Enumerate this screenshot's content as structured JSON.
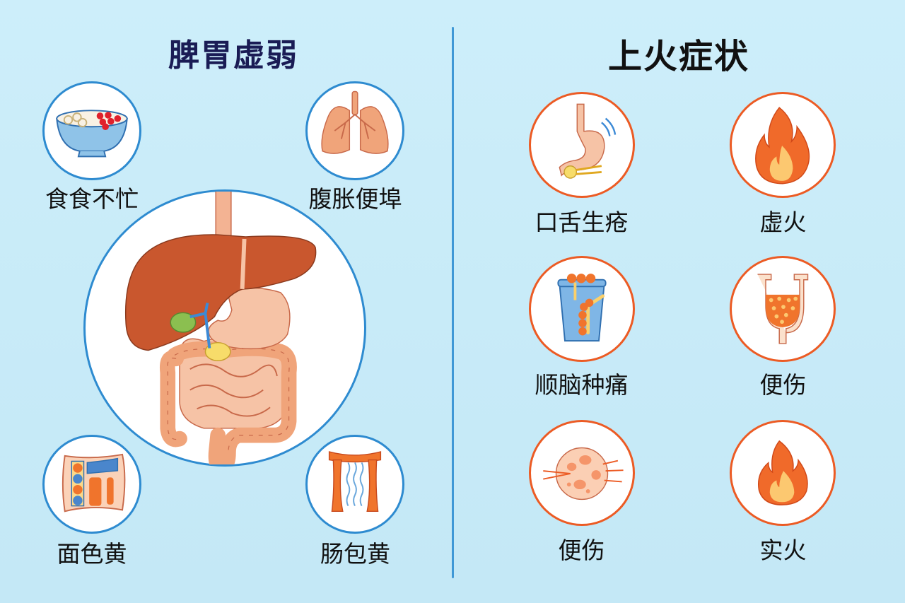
{
  "left_panel": {
    "title": "脾胃虚弱",
    "title_color": "#1a1c55",
    "border_color": "#2e8bd0",
    "items": [
      {
        "label": "食食不忙",
        "icon": "bowl-of-porridge-icon"
      },
      {
        "label": "腹胀便埠",
        "icon": "lungs-icon"
      },
      {
        "label": "面色黄",
        "icon": "colon-panel-icon"
      },
      {
        "label": "肠包黄",
        "icon": "intestine-wall-icon"
      }
    ],
    "center_illustration": "digestive-system-icon"
  },
  "right_panel": {
    "title": "上火症状",
    "title_color": "#111111",
    "border_color": "#ec5b24",
    "items": [
      {
        "label": "口舌生疮",
        "icon": "stomach-icon"
      },
      {
        "label": "虚火",
        "icon": "fire-icon"
      },
      {
        "label": "顺脑种痛",
        "icon": "cup-with-beads-icon"
      },
      {
        "label": "便伤",
        "icon": "flask-with-bubbles-icon"
      },
      {
        "label": "便伤",
        "icon": "cell-icon"
      },
      {
        "label": "实火",
        "icon": "small-fire-icon"
      }
    ]
  },
  "colors": {
    "background": "#c8ebf8",
    "divider": "#3f98d6",
    "organ_orange": "#f0a47a",
    "liver": "#c9572e",
    "fire": "#f06a2a",
    "fire_inner": "#fcc870"
  }
}
